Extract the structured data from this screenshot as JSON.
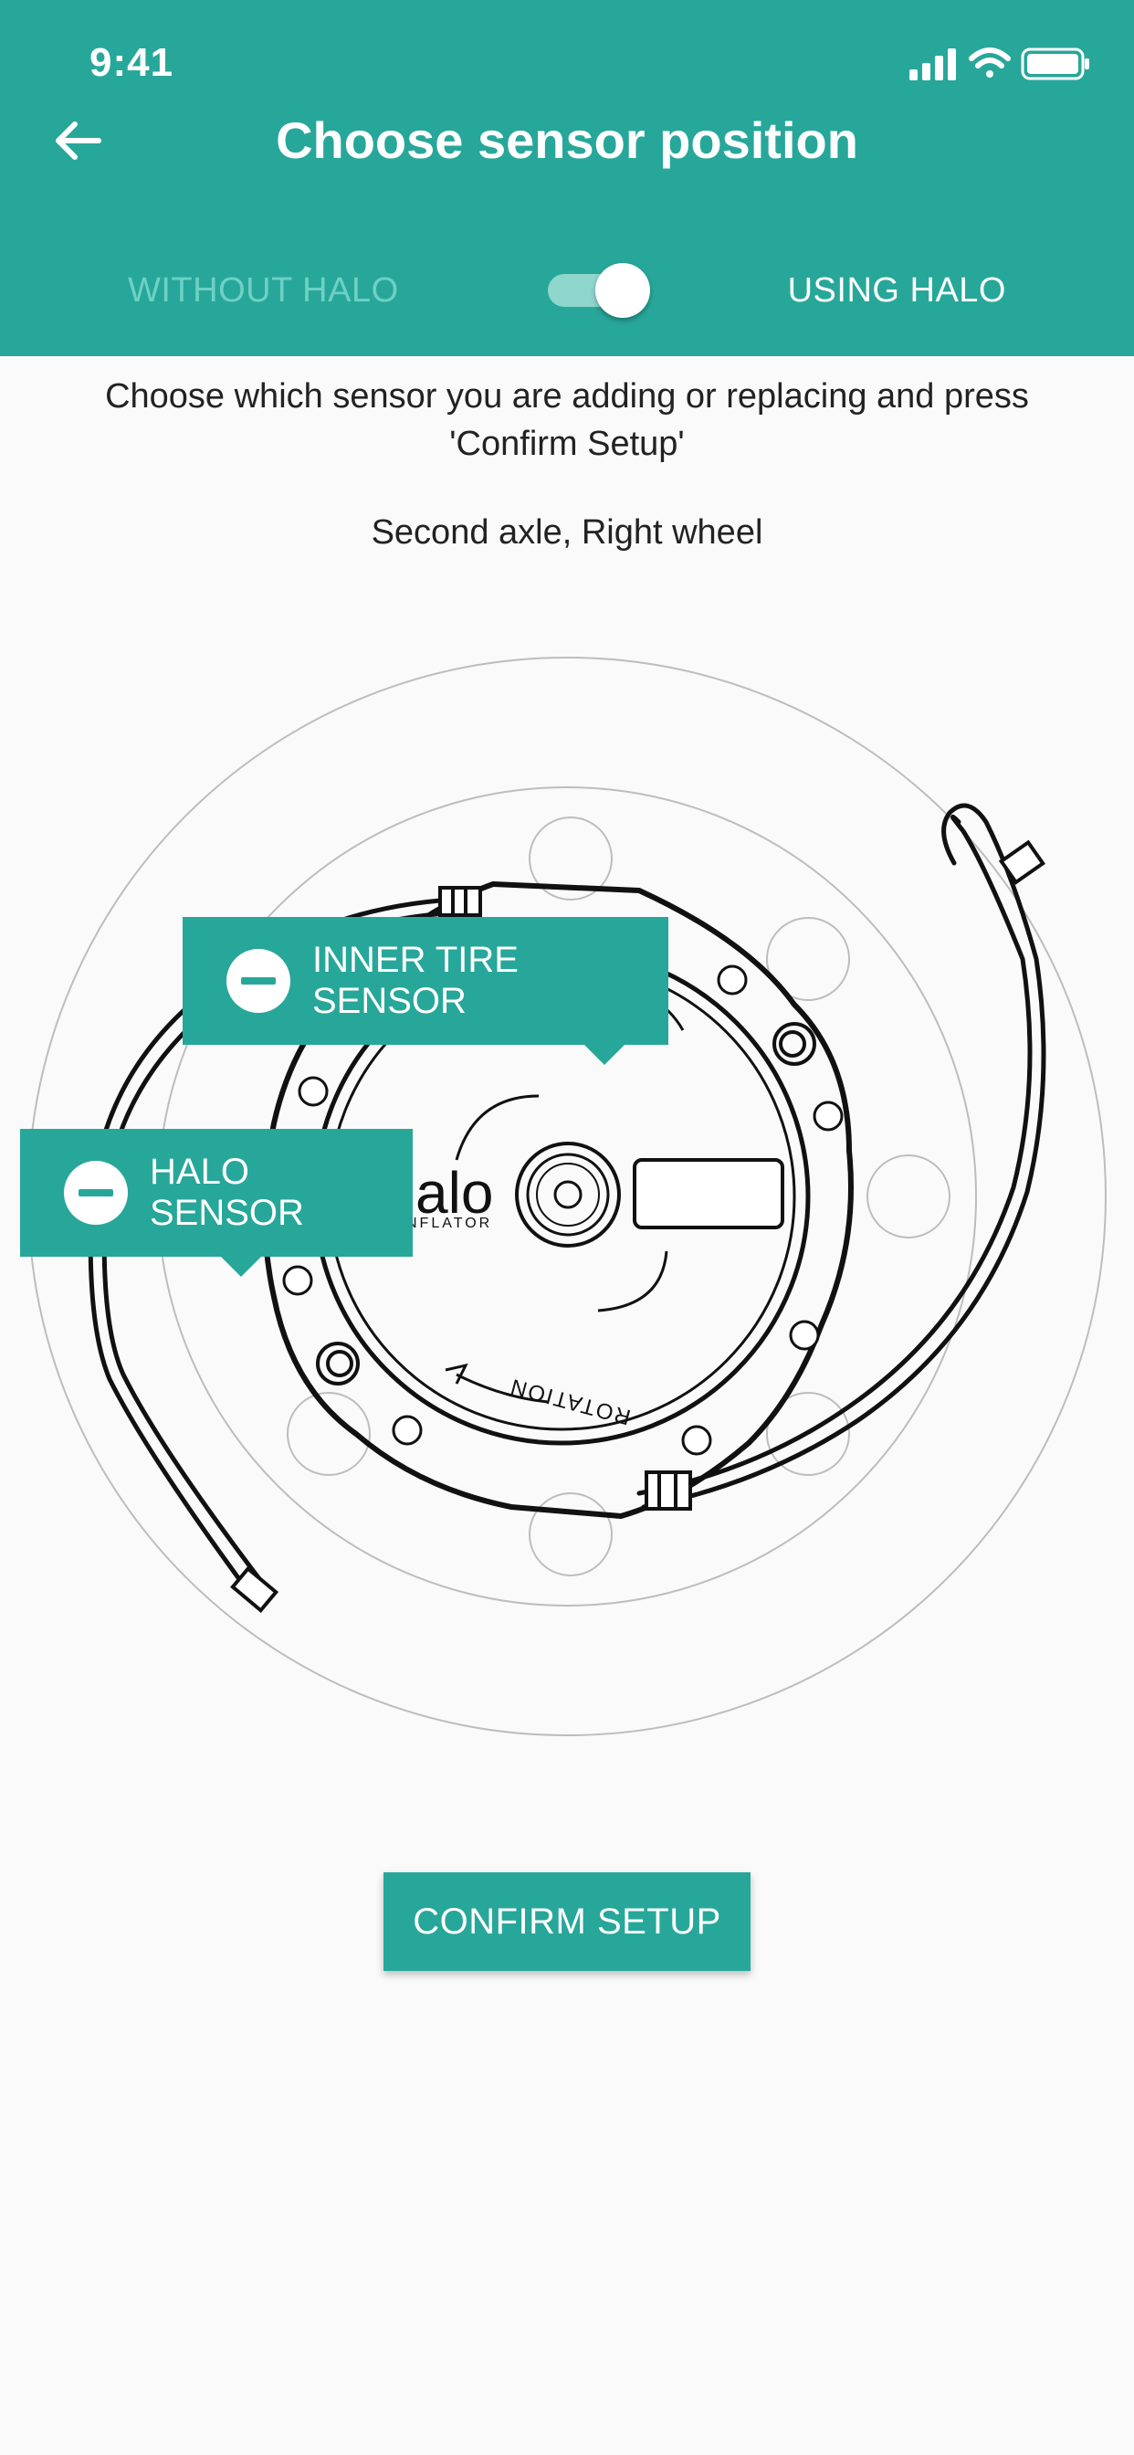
{
  "status_bar": {
    "time": "9:41"
  },
  "header": {
    "title": "Choose sensor position"
  },
  "toggle": {
    "left_label": "WITHOUT HALO",
    "right_label": "USING HALO",
    "selected": "USING HALO"
  },
  "instructions": "Choose which sensor you are adding or replacing and press 'Confirm Setup'",
  "position_label": "Second axle, Right wheel",
  "diagram": {
    "logo_text": "alo",
    "logo_subtext": "NFLATOR",
    "rotation_text": "ROTATION"
  },
  "callouts": {
    "inner_tire": "INNER TIRE SENSOR",
    "halo": "HALO SENSOR"
  },
  "confirm_button": "CONFIRM SETUP",
  "colors": {
    "primary": "#27a79a",
    "toggle_inactive": "#6fd0c5"
  }
}
